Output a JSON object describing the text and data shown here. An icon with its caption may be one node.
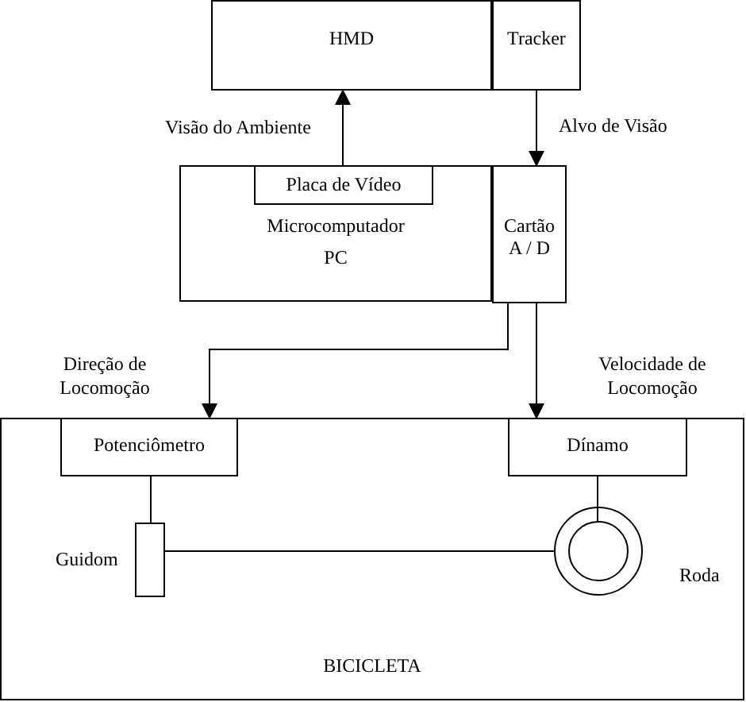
{
  "diagram": {
    "nodes": [
      {
        "text": [
          "HMD"
        ]
      },
      {
        "text": [
          "Tracker"
        ]
      },
      {
        "text": [
          "Microcomputador",
          "PC"
        ]
      },
      {
        "text": [
          "Placa de Vídeo"
        ],
        "in": 2
      },
      {
        "text": [
          "Cartão A / D"
        ]
      },
      {
        "text": [
          "BICICLETA"
        ]
      },
      {
        "text": [
          "Potenciômetro"
        ],
        "in": 5
      },
      {
        "text": [
          "Dínamo"
        ],
        "in": 5
      },
      {
        "text": [],
        "shape": "box",
        "in": 5,
        "beside": [
          "Guidom"
        ]
      },
      {
        "text": [],
        "shape": "circle",
        "in": 5,
        "beside": [
          "Roda"
        ]
      }
    ],
    "edges": [
      {
        "from": 3,
        "to": 0,
        "arrow": "to",
        "label": "Visão do Ambiente"
      },
      {
        "from": 1,
        "to": 4,
        "arrow": "to",
        "label": "Alvo de Visão"
      },
      {
        "from": 4,
        "to": 6,
        "arrow": "to",
        "label": "Direção de Locomoção"
      },
      {
        "from": 4,
        "to": 7,
        "arrow": "to",
        "label": "Velocidade de Locomoção"
      },
      {
        "from": 6,
        "to": 8,
        "arrow": "none"
      },
      {
        "from": 8,
        "to": 9,
        "arrow": "none"
      },
      {
        "from": 7,
        "to": 9,
        "arrow": "none"
      }
    ]
  }
}
